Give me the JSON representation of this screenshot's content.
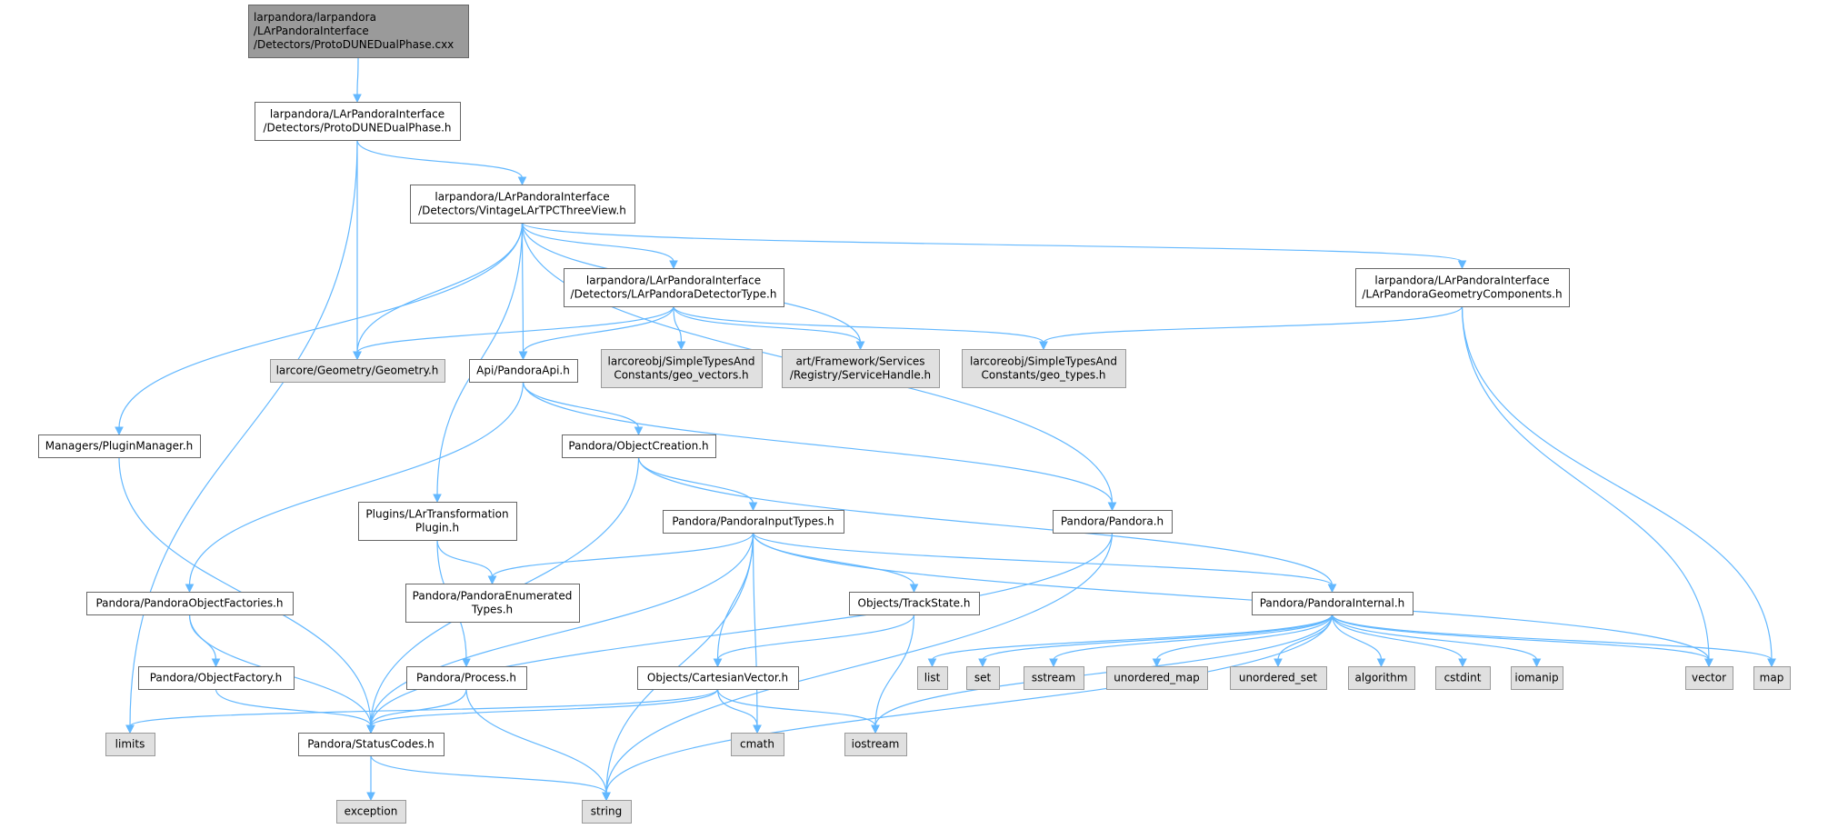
{
  "colors": {
    "edge": "#63b8ff",
    "box_fill": "#ffffff",
    "ext_fill": "#e0e0e0",
    "root_fill": "#9a9a9a",
    "border": "#666666"
  },
  "nodes": [
    {
      "id": "root",
      "kind": "root",
      "lines": [
        "larpandora/larpandora",
        "/LArPandoraInterface",
        "/Detectors/ProtoDUNEDualPhase.cxx"
      ]
    },
    {
      "id": "pddp_h",
      "kind": "box",
      "lines": [
        "larpandora/LArPandoraInterface",
        "/Detectors/ProtoDUNEDualPhase.h"
      ]
    },
    {
      "id": "vintage",
      "kind": "box",
      "lines": [
        "larpandora/LArPandoraInterface",
        "/Detectors/VintageLArTPCThreeView.h"
      ]
    },
    {
      "id": "dettype",
      "kind": "box",
      "lines": [
        "larpandora/LArPandoraInterface",
        "/Detectors/LArPandoraDetectorType.h"
      ]
    },
    {
      "id": "geomcomp",
      "kind": "box",
      "lines": [
        "larpandora/LArPandoraInterface",
        "/LArPandoraGeometryComponents.h"
      ]
    },
    {
      "id": "geometry",
      "kind": "ext",
      "lines": [
        "larcore/Geometry/Geometry.h"
      ]
    },
    {
      "id": "pandoraapi",
      "kind": "box",
      "lines": [
        "Api/PandoraApi.h"
      ]
    },
    {
      "id": "geovec",
      "kind": "ext",
      "lines": [
        "larcoreobj/SimpleTypesAnd",
        "Constants/geo_vectors.h"
      ]
    },
    {
      "id": "svchandle",
      "kind": "ext",
      "lines": [
        "art/Framework/Services",
        "/Registry/ServiceHandle.h"
      ]
    },
    {
      "id": "geotypes",
      "kind": "ext",
      "lines": [
        "larcoreobj/SimpleTypesAnd",
        "Constants/geo_types.h"
      ]
    },
    {
      "id": "pluginmgr",
      "kind": "box",
      "lines": [
        "Managers/PluginManager.h"
      ]
    },
    {
      "id": "objcreation",
      "kind": "box",
      "lines": [
        "Pandora/ObjectCreation.h"
      ]
    },
    {
      "id": "lartransf",
      "kind": "box",
      "lines": [
        "Plugins/LArTransformation",
        "Plugin.h"
      ]
    },
    {
      "id": "inputtypes",
      "kind": "box",
      "lines": [
        "Pandora/PandoraInputTypes.h"
      ]
    },
    {
      "id": "pandora",
      "kind": "box",
      "lines": [
        "Pandora/Pandora.h"
      ]
    },
    {
      "id": "objfactories",
      "kind": "box",
      "lines": [
        "Pandora/PandoraObjectFactories.h"
      ]
    },
    {
      "id": "enumtypes",
      "kind": "box",
      "lines": [
        "Pandora/PandoraEnumerated",
        "Types.h"
      ]
    },
    {
      "id": "trackstate",
      "kind": "box",
      "lines": [
        "Objects/TrackState.h"
      ]
    },
    {
      "id": "internal",
      "kind": "box",
      "lines": [
        "Pandora/PandoraInternal.h"
      ]
    },
    {
      "id": "objfactory",
      "kind": "box",
      "lines": [
        "Pandora/ObjectFactory.h"
      ]
    },
    {
      "id": "process",
      "kind": "box",
      "lines": [
        "Pandora/Process.h"
      ]
    },
    {
      "id": "cartesian",
      "kind": "box",
      "lines": [
        "Objects/CartesianVector.h"
      ]
    },
    {
      "id": "list",
      "kind": "ext",
      "lines": [
        "list"
      ]
    },
    {
      "id": "set",
      "kind": "ext",
      "lines": [
        "set"
      ]
    },
    {
      "id": "sstream",
      "kind": "ext",
      "lines": [
        "sstream"
      ]
    },
    {
      "id": "umap",
      "kind": "ext",
      "lines": [
        "unordered_map"
      ]
    },
    {
      "id": "uset",
      "kind": "ext",
      "lines": [
        "unordered_set"
      ]
    },
    {
      "id": "algorithm",
      "kind": "ext",
      "lines": [
        "algorithm"
      ]
    },
    {
      "id": "cstdint",
      "kind": "ext",
      "lines": [
        "cstdint"
      ]
    },
    {
      "id": "iomanip",
      "kind": "ext",
      "lines": [
        "iomanip"
      ]
    },
    {
      "id": "vector",
      "kind": "ext",
      "lines": [
        "vector"
      ]
    },
    {
      "id": "map",
      "kind": "ext",
      "lines": [
        "map"
      ]
    },
    {
      "id": "limits",
      "kind": "ext",
      "lines": [
        "limits"
      ]
    },
    {
      "id": "statuscodes",
      "kind": "box",
      "lines": [
        "Pandora/StatusCodes.h"
      ]
    },
    {
      "id": "cmath",
      "kind": "ext",
      "lines": [
        "cmath"
      ]
    },
    {
      "id": "iostream",
      "kind": "ext",
      "lines": [
        "iostream"
      ]
    },
    {
      "id": "exception",
      "kind": "ext",
      "lines": [
        "exception"
      ]
    },
    {
      "id": "string",
      "kind": "ext",
      "lines": [
        "string"
      ]
    }
  ],
  "edges": [
    [
      "root",
      "pddp_h"
    ],
    [
      "pddp_h",
      "limits"
    ],
    [
      "pddp_h",
      "geometry"
    ],
    [
      "pddp_h",
      "vintage"
    ],
    [
      "vintage",
      "pluginmgr"
    ],
    [
      "vintage",
      "lartransf"
    ],
    [
      "vintage",
      "geometry"
    ],
    [
      "vintage",
      "pandoraapi"
    ],
    [
      "vintage",
      "dettype"
    ],
    [
      "vintage",
      "svchandle"
    ],
    [
      "vintage",
      "pandora"
    ],
    [
      "vintage",
      "geomcomp"
    ],
    [
      "dettype",
      "geometry"
    ],
    [
      "dettype",
      "pandoraapi"
    ],
    [
      "dettype",
      "geovec"
    ],
    [
      "dettype",
      "svchandle"
    ],
    [
      "dettype",
      "geotypes"
    ],
    [
      "geomcomp",
      "geotypes"
    ],
    [
      "geomcomp",
      "vector"
    ],
    [
      "geomcomp",
      "map"
    ],
    [
      "pandoraapi",
      "objfactories"
    ],
    [
      "pandoraapi",
      "objcreation"
    ],
    [
      "pandoraapi",
      "pandora"
    ],
    [
      "pluginmgr",
      "statuscodes"
    ],
    [
      "objcreation",
      "statuscodes"
    ],
    [
      "objcreation",
      "inputtypes"
    ],
    [
      "objcreation",
      "internal"
    ],
    [
      "lartransf",
      "enumtypes"
    ],
    [
      "lartransf",
      "process"
    ],
    [
      "inputtypes",
      "enumtypes"
    ],
    [
      "inputtypes",
      "statuscodes"
    ],
    [
      "inputtypes",
      "string"
    ],
    [
      "inputtypes",
      "cartesian"
    ],
    [
      "inputtypes",
      "cmath"
    ],
    [
      "inputtypes",
      "trackstate"
    ],
    [
      "inputtypes",
      "internal"
    ],
    [
      "inputtypes",
      "vector"
    ],
    [
      "pandora",
      "statuscodes"
    ],
    [
      "pandora",
      "string"
    ],
    [
      "objfactories",
      "objfactory"
    ],
    [
      "objfactories",
      "statuscodes"
    ],
    [
      "objfactory",
      "statuscodes"
    ],
    [
      "process",
      "statuscodes"
    ],
    [
      "process",
      "string"
    ],
    [
      "trackstate",
      "cartesian"
    ],
    [
      "trackstate",
      "iostream"
    ],
    [
      "cartesian",
      "limits"
    ],
    [
      "cartesian",
      "statuscodes"
    ],
    [
      "cartesian",
      "cmath"
    ],
    [
      "cartesian",
      "iostream"
    ],
    [
      "internal",
      "list"
    ],
    [
      "internal",
      "set"
    ],
    [
      "internal",
      "sstream"
    ],
    [
      "internal",
      "umap"
    ],
    [
      "internal",
      "uset"
    ],
    [
      "internal",
      "algorithm"
    ],
    [
      "internal",
      "cstdint"
    ],
    [
      "internal",
      "iomanip"
    ],
    [
      "internal",
      "vector"
    ],
    [
      "internal",
      "map"
    ],
    [
      "internal",
      "iostream"
    ],
    [
      "internal",
      "string"
    ],
    [
      "statuscodes",
      "exception"
    ],
    [
      "statuscodes",
      "string"
    ]
  ]
}
